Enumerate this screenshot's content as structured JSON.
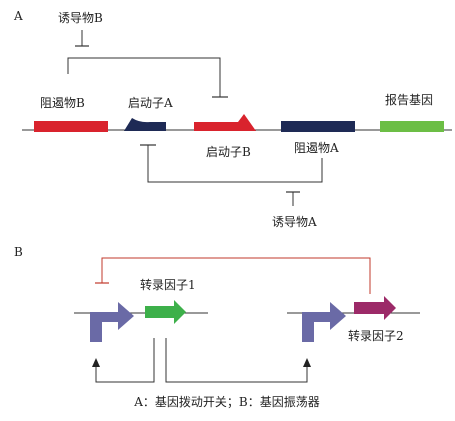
{
  "panel_a": {
    "label": "A",
    "inducer_b": "诱导物B",
    "repressor_b": "阻遏物B",
    "promoter_a": "启动子A",
    "promoter_b": "启动子B",
    "repressor_a": "阻遏物A",
    "reporter_gene": "报告基因",
    "inducer_a": "诱导物A"
  },
  "panel_b": {
    "label": "B",
    "tf1": "转录因子1",
    "tf2": "转录因子2"
  },
  "caption": "A：基因拨动开关；B：基因振荡器",
  "colors": {
    "red": "#d9232d",
    "navy": "#1e2a55",
    "green_reporter": "#6cbe45",
    "green_tf1": "#3db04a",
    "purple_promoter": "#6a6aa6",
    "magenta_tf2": "#9c2a68",
    "line": "#333333",
    "red_line": "#c0392b"
  }
}
